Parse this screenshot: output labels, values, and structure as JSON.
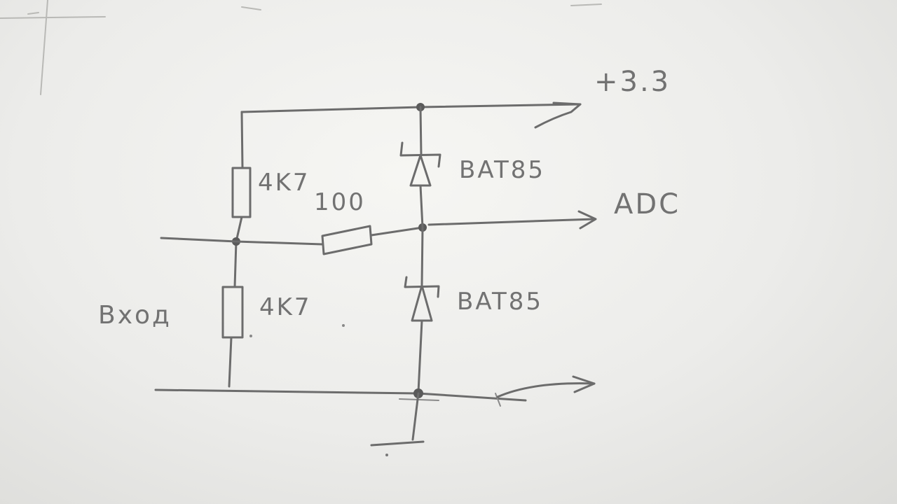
{
  "labels": {
    "supply": "+3.3",
    "r_top": "4K7",
    "r_series": "100",
    "r_bottom": "4K7",
    "diode_top": "BAT85",
    "diode_bottom": "BAT85",
    "adc": "ADC",
    "input": "Вход"
  },
  "icons": {
    "diode": "schottky-diode-icon",
    "resistor": "resistor-icon",
    "ground": "ground-icon",
    "arrow": "arrow-icon"
  }
}
